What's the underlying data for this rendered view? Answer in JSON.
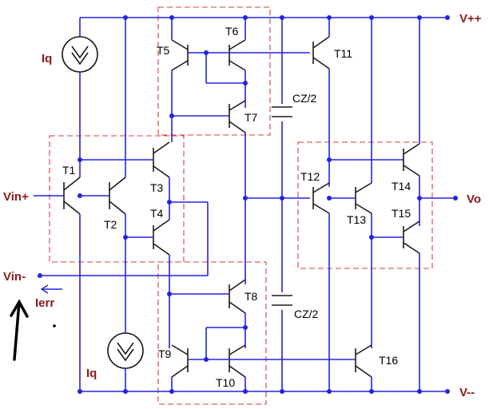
{
  "rails": {
    "vpos": "V++",
    "vneg": "V--"
  },
  "ports": {
    "vin_plus": "Vin+",
    "vin_minus": "Vin-",
    "vout": "Vo",
    "ierr": "Ierr"
  },
  "sources": {
    "top": "Iq",
    "bottom": "Iq"
  },
  "caps": {
    "upper": "CZ/2",
    "lower": "CZ/2"
  },
  "transistors": [
    "T1",
    "T2",
    "T3",
    "T4",
    "T5",
    "T6",
    "T7",
    "T8",
    "T9",
    "T10",
    "T11",
    "T12",
    "T13",
    "T14",
    "T15",
    "T16"
  ],
  "colors": {
    "wire": "#2323e0",
    "device": "#1a1a1a",
    "box": "#d04040",
    "label": "#8b1a1a"
  }
}
